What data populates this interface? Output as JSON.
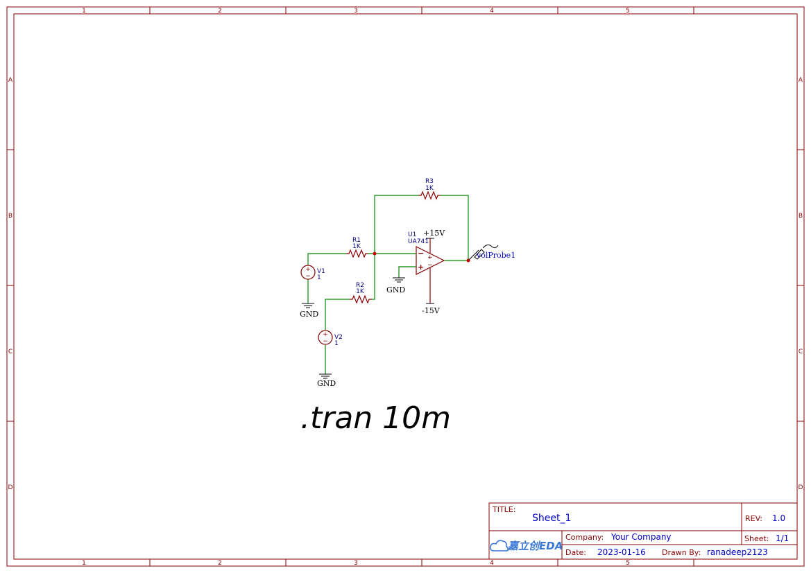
{
  "frame": {
    "columns": [
      "1",
      "2",
      "3",
      "4",
      "5"
    ],
    "rows": [
      "A",
      "B",
      "C",
      "D"
    ],
    "border_color": "#880000"
  },
  "components": {
    "r1": {
      "ref": "R1",
      "value": "1K"
    },
    "r2": {
      "ref": "R2",
      "value": "1K"
    },
    "r3": {
      "ref": "R3",
      "value": "1K"
    },
    "u1": {
      "ref": "U1",
      "value": "UA741",
      "pin_minus": "−",
      "pin_plus": "+",
      "pin_in_minus": "−",
      "pin_in_plus": "+"
    },
    "v1": {
      "ref": "V1",
      "value": "1",
      "pol_plus": "+",
      "pol_minus": "−"
    },
    "v2": {
      "ref": "V2",
      "value": "1",
      "pol_plus": "+",
      "pol_minus": "−"
    }
  },
  "nets": {
    "vplus": "+15V",
    "vminus": "-15V",
    "gnd1": "GND",
    "gnd2": "GND",
    "gnd3": "GND"
  },
  "probe": {
    "label": "volProbe1"
  },
  "simulation": {
    "directive": ".tran 10m"
  },
  "title_block": {
    "title_label": "TITLE:",
    "title_value": "Sheet_1",
    "rev_label": "REV:",
    "rev_value": "1.0",
    "company_label": "Company:",
    "company_value": "Your Company",
    "sheet_label": "Sheet:",
    "sheet_value": "1/1",
    "date_label": "Date:",
    "date_value": "2023-01-16",
    "drawn_label": "Drawn By:",
    "drawn_value": "ranadeep2123",
    "logo_text": "嘉立创EDA"
  },
  "colors": {
    "wire": "#008800",
    "symbol": "#880000",
    "junction": "#cc0000",
    "text_blue": "#0000cc"
  }
}
